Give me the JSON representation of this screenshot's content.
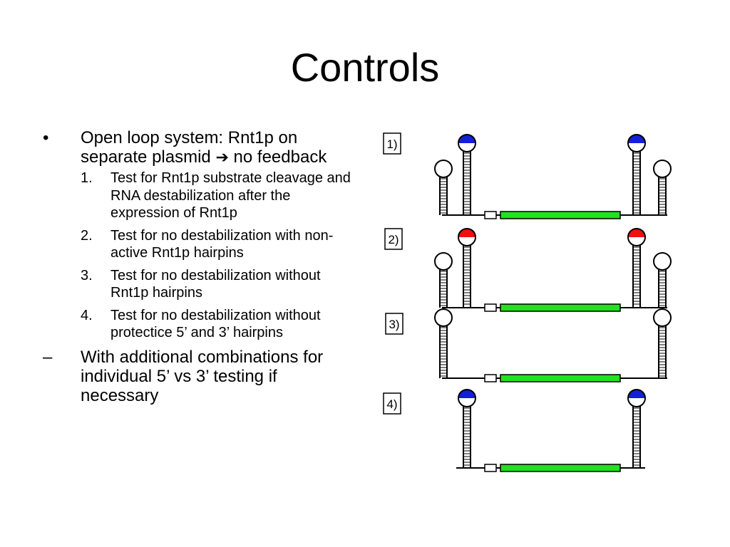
{
  "title": "Controls",
  "bullets": {
    "main_marker": "•",
    "main_before": "Open loop system: Rnt1p on separate plasmid",
    "main_arrow": "➔",
    "main_after": " no feedback",
    "sub_items": [
      {
        "num": "1.",
        "text": "Test for Rnt1p substrate cleavage and RNA destabilization after the expression of Rnt1p"
      },
      {
        "num": "2.",
        "text": "Test for no destabilization with non-active Rnt1p hairpins"
      },
      {
        "num": "3.",
        "text": "Test for no destabilization without Rnt1p hairpins"
      },
      {
        "num": "4.",
        "text": "Test for no destabilization without protectice 5’ and 3’ hairpins"
      }
    ],
    "dash_marker": "–",
    "dash_text": "With additional combinations for individual 5’ vs 3’ testing if necessary"
  },
  "diagram": {
    "labels": [
      "1)",
      "2)",
      "3)",
      "4)"
    ],
    "colors": {
      "green_bar": "#22e022",
      "blue_cap": "#1420d8",
      "red_cap": "#ee1111",
      "line": "#000000"
    },
    "constructs": [
      {
        "protective_hairpins": true,
        "rnt1p_hairpins": "blue"
      },
      {
        "protective_hairpins": true,
        "rnt1p_hairpins": "red"
      },
      {
        "protective_hairpins": true,
        "rnt1p_hairpins": "none"
      },
      {
        "protective_hairpins": false,
        "rnt1p_hairpins": "blue"
      }
    ]
  }
}
